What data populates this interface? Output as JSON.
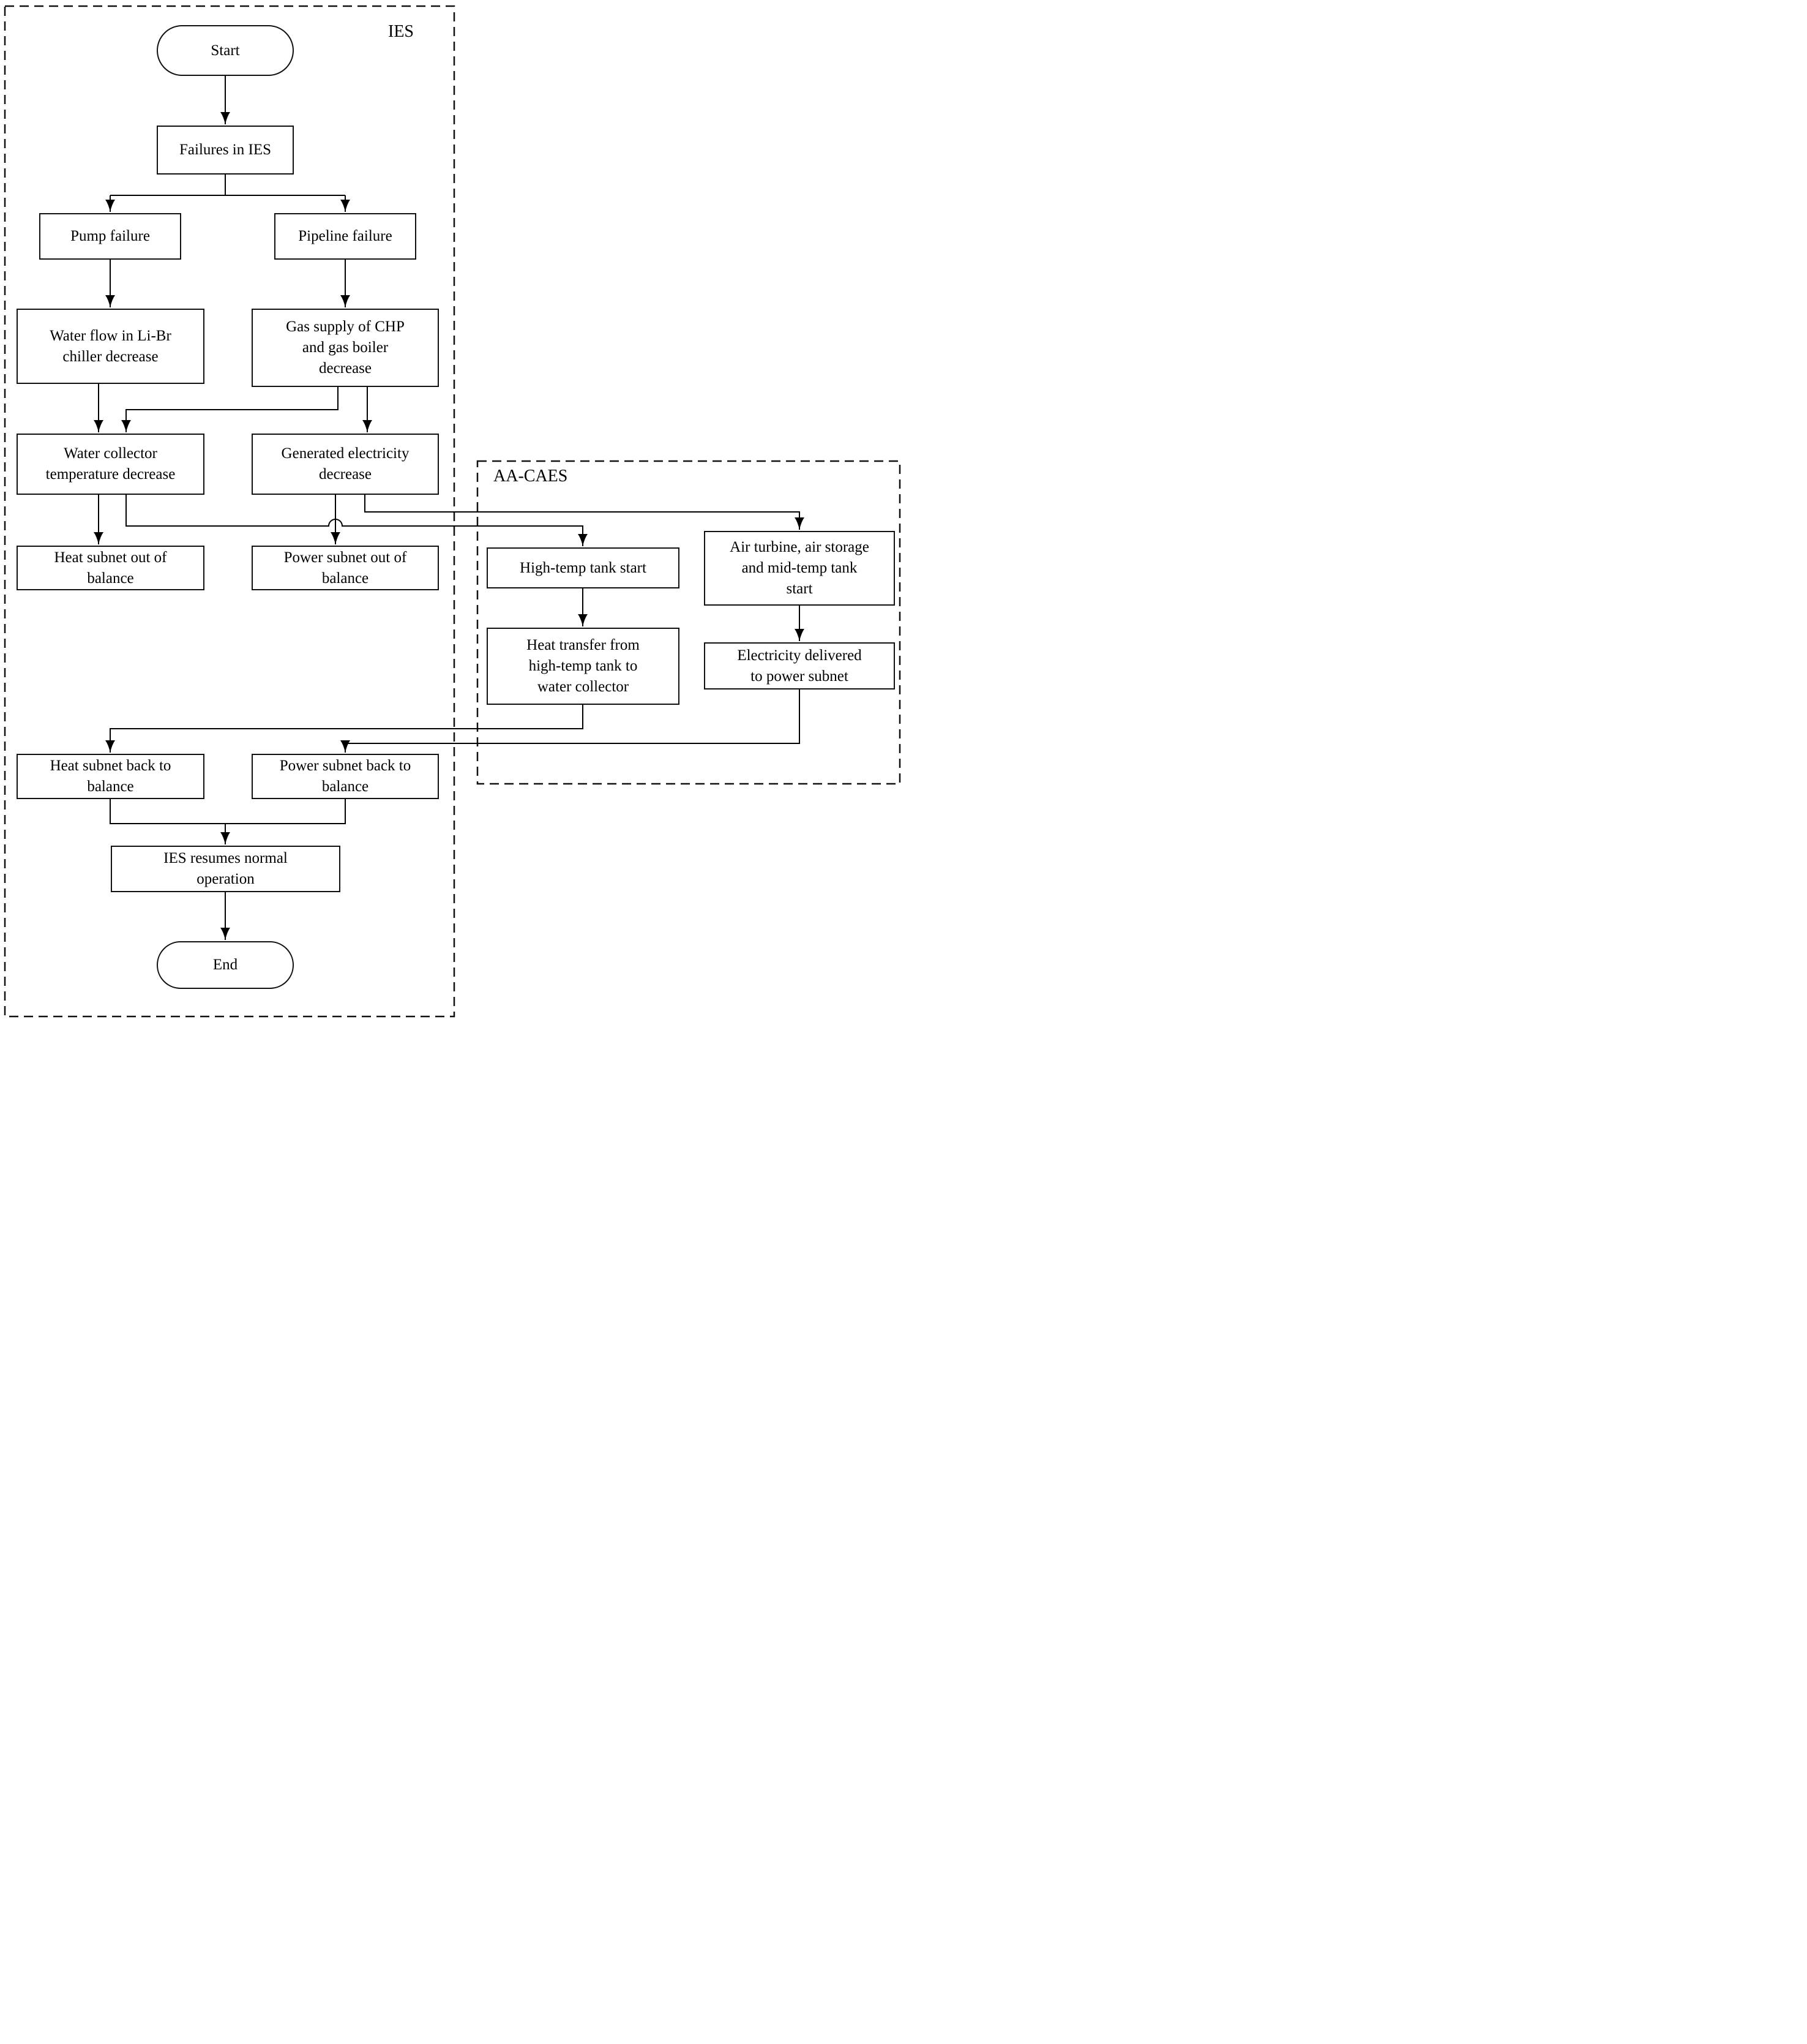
{
  "diagram": {
    "regions": {
      "ies": {
        "label": "IES"
      },
      "aa_caes": {
        "label": "AA-CAES"
      }
    },
    "nodes": {
      "start": {
        "label": "Start",
        "shape": "stadium"
      },
      "failures_in_ies": {
        "label": "Failures in IES",
        "shape": "rect"
      },
      "pump_failure": {
        "label": "Pump failure",
        "shape": "rect"
      },
      "pipeline_failure": {
        "label": "Pipeline failure",
        "shape": "rect"
      },
      "water_flow": {
        "label": "Water flow in Li-Br\nchiller decrease",
        "shape": "rect"
      },
      "gas_supply": {
        "label": "Gas supply of CHP\nand gas boiler\ndecrease",
        "shape": "rect"
      },
      "water_collector": {
        "label": "Water collector\ntemperature decrease",
        "shape": "rect"
      },
      "generated_electricity": {
        "label": "Generated electricity\ndecrease",
        "shape": "rect"
      },
      "heat_subnet_out": {
        "label": "Heat subnet out of\nbalance",
        "shape": "rect"
      },
      "power_subnet_out": {
        "label": "Power subnet out of\nbalance",
        "shape": "rect"
      },
      "high_temp_tank": {
        "label": "High-temp tank start",
        "shape": "rect"
      },
      "air_turbine": {
        "label": "Air turbine, air storage\nand mid-temp tank\nstart",
        "shape": "rect"
      },
      "heat_transfer": {
        "label": "Heat transfer from\nhigh-temp tank to\nwater collector",
        "shape": "rect"
      },
      "electricity_delivered": {
        "label": "Electricity delivered\nto power subnet",
        "shape": "rect"
      },
      "heat_subnet_back": {
        "label": "Heat subnet back to\nbalance",
        "shape": "rect"
      },
      "power_subnet_back": {
        "label": "Power subnet back to\nbalance",
        "shape": "rect"
      },
      "ies_resumes": {
        "label": "IES resumes normal\noperation",
        "shape": "rect"
      },
      "end": {
        "label": "End",
        "shape": "stadium"
      }
    },
    "edges": [
      {
        "from": "start",
        "to": "failures_in_ies"
      },
      {
        "from": "failures_in_ies",
        "to": "pump_failure"
      },
      {
        "from": "failures_in_ies",
        "to": "pipeline_failure"
      },
      {
        "from": "pump_failure",
        "to": "water_flow"
      },
      {
        "from": "pipeline_failure",
        "to": "gas_supply"
      },
      {
        "from": "water_flow",
        "to": "water_collector"
      },
      {
        "from": "gas_supply",
        "to": "water_collector"
      },
      {
        "from": "gas_supply",
        "to": "generated_electricity"
      },
      {
        "from": "water_collector",
        "to": "heat_subnet_out"
      },
      {
        "from": "water_collector",
        "to": "high_temp_tank"
      },
      {
        "from": "generated_electricity",
        "to": "power_subnet_out"
      },
      {
        "from": "generated_electricity",
        "to": "air_turbine"
      },
      {
        "from": "high_temp_tank",
        "to": "heat_transfer"
      },
      {
        "from": "air_turbine",
        "to": "electricity_delivered"
      },
      {
        "from": "heat_transfer",
        "to": "heat_subnet_back"
      },
      {
        "from": "electricity_delivered",
        "to": "power_subnet_back"
      },
      {
        "from": "heat_subnet_back",
        "to": "ies_resumes"
      },
      {
        "from": "power_subnet_back",
        "to": "ies_resumes"
      },
      {
        "from": "ies_resumes",
        "to": "end"
      }
    ]
  }
}
